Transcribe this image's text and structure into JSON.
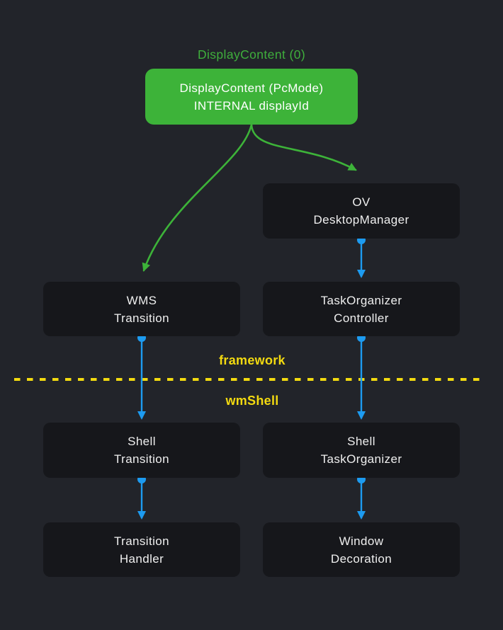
{
  "diagram": {
    "title": "DisplayContent (0)",
    "layers": {
      "top_label": "framework",
      "bottom_label": "wmShell"
    },
    "nodes": {
      "display_content": {
        "line1": "DisplayContent (PcMode)",
        "line2": "INTERNAL displayId"
      },
      "ov_desktop_manager": {
        "line1": "OV",
        "line2": "DesktopManager"
      },
      "wms_transition": {
        "line1": "WMS",
        "line2": "Transition"
      },
      "task_organizer_controller": {
        "line1": "TaskOrganizer",
        "line2": "Controller"
      },
      "shell_transition": {
        "line1": "Shell",
        "line2": "Transition"
      },
      "shell_task_organizer": {
        "line1": "Shell",
        "line2": "TaskOrganizer"
      },
      "transition_handler": {
        "line1": "Transition",
        "line2": "Handler"
      },
      "window_decoration": {
        "line1": "Window",
        "line2": "Decoration"
      }
    },
    "edges": [
      {
        "from": "display_content",
        "to": "wms_transition",
        "color": "#3DB339"
      },
      {
        "from": "display_content",
        "to": "ov_desktop_manager",
        "color": "#3DB339"
      },
      {
        "from": "ov_desktop_manager",
        "to": "task_organizer_controller",
        "color": "#1D9BF0"
      },
      {
        "from": "wms_transition",
        "to": "shell_transition",
        "color": "#1D9BF0"
      },
      {
        "from": "task_organizer_controller",
        "to": "shell_task_organizer",
        "color": "#1D9BF0"
      },
      {
        "from": "shell_transition",
        "to": "transition_handler",
        "color": "#1D9BF0"
      },
      {
        "from": "shell_task_organizer",
        "to": "window_decoration",
        "color": "#1D9BF0"
      }
    ],
    "colors": {
      "background": "#22242A",
      "node_fill": "#16171B",
      "highlight_node_fill": "#3DB339",
      "accent_green": "#3DB339",
      "accent_blue": "#1D9BF0",
      "divider_yellow": "#F3DA10",
      "text": "#EFEFEF"
    }
  }
}
